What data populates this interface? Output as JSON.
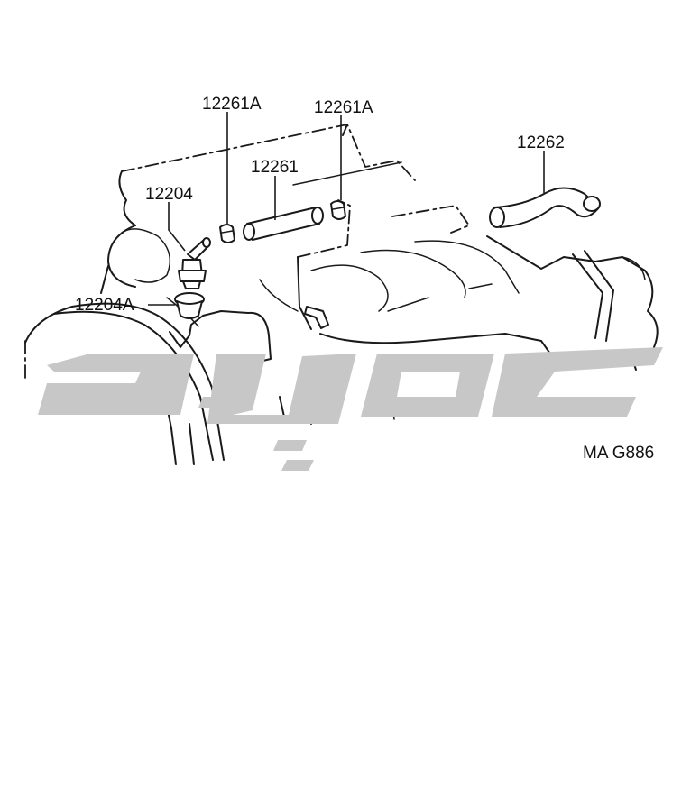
{
  "callouts": {
    "c1": "12261A",
    "c2": "12261A",
    "c3": "12261",
    "c4": "12262",
    "c5": "12204",
    "c6": "12204A"
  },
  "figure_code": "MA G886",
  "watermark": {
    "color": "#c7c7c7",
    "style": "logo"
  }
}
